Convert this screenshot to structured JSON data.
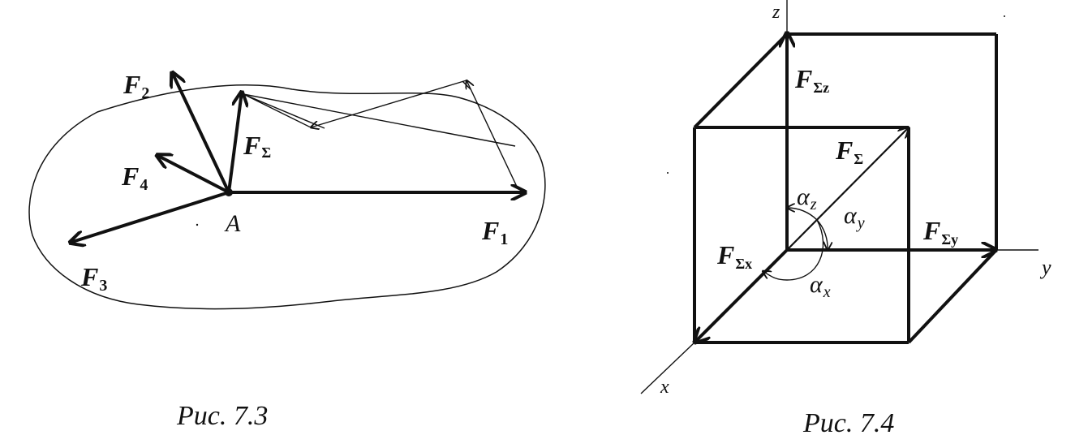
{
  "figure_left": {
    "caption": "Рис. 7.3",
    "point_label": "A",
    "forces": [
      {
        "base": "F",
        "sub": "1"
      },
      {
        "base": "F",
        "sub": "2"
      },
      {
        "base": "F",
        "sub": "3"
      },
      {
        "base": "F",
        "sub": "4"
      },
      {
        "base": "F",
        "sub": "Σ"
      }
    ]
  },
  "figure_right": {
    "caption": "Рис. 7.4",
    "axes": {
      "x": "x",
      "y": "y",
      "z": "z"
    },
    "resultant": {
      "base": "F",
      "sub": "Σ"
    },
    "components": [
      {
        "base": "F",
        "sub": "Σz"
      },
      {
        "base": "F",
        "sub": "Σy"
      },
      {
        "base": "F",
        "sub": "Σx"
      }
    ],
    "angles": [
      {
        "base": "α",
        "sub": "z"
      },
      {
        "base": "α",
        "sub": "y"
      },
      {
        "base": "α",
        "sub": "x"
      }
    ]
  }
}
